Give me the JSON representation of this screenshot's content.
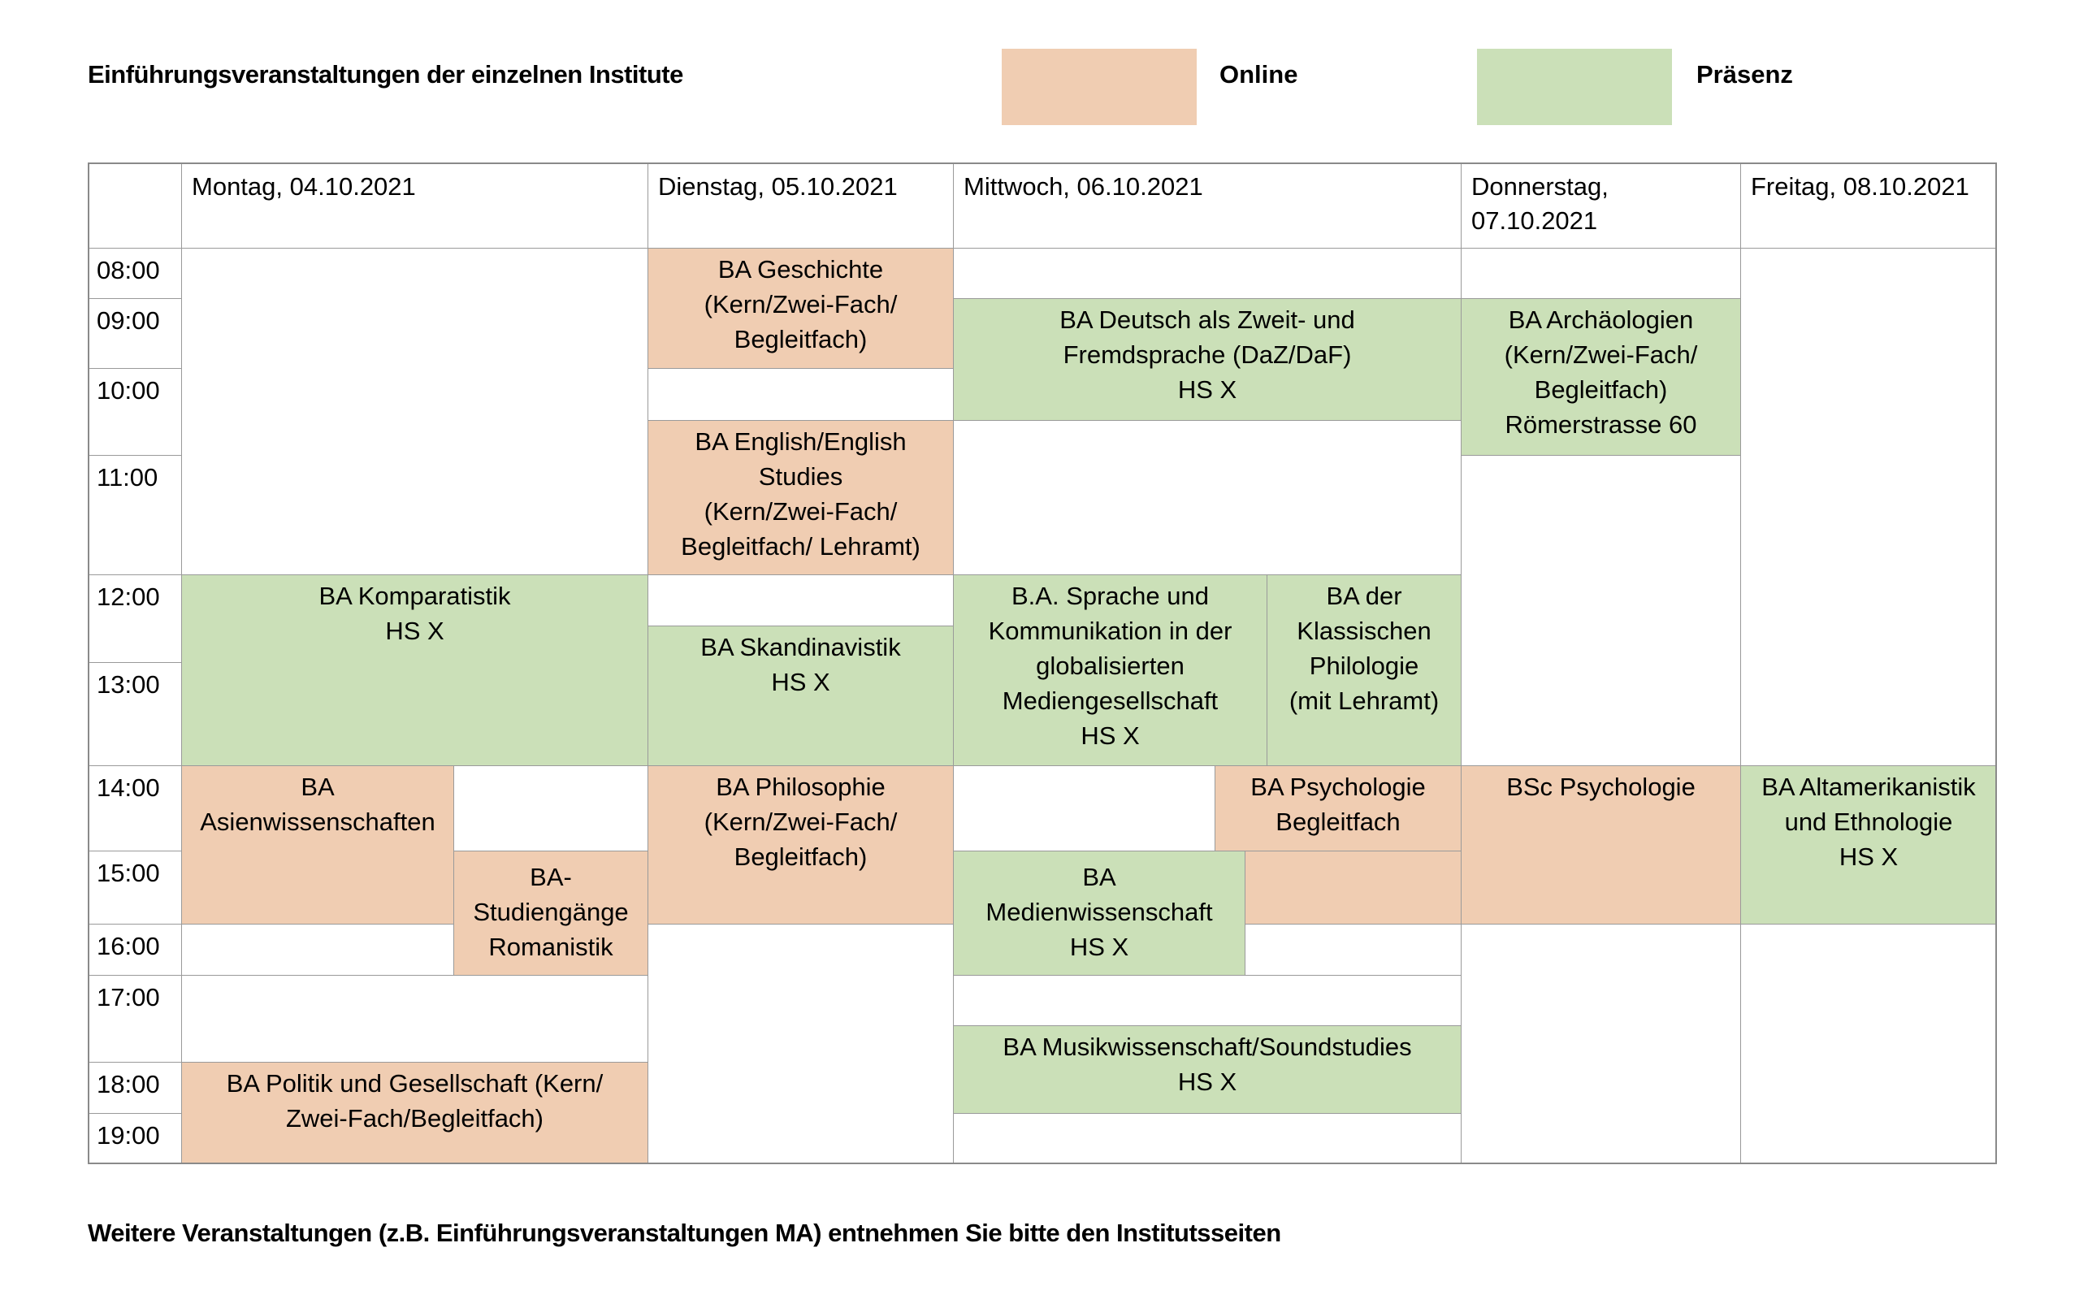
{
  "title": "Einführungsveranstaltungen der einzelnen Institute",
  "legend": {
    "online": {
      "label": "Online",
      "color": "#F0CDB2"
    },
    "praesenz": {
      "label": "Präsenz",
      "color": "#CBE0B8"
    }
  },
  "days": [
    "Montag, 04.10.2021",
    "Dienstag, 05.10.2021",
    "Mittwoch, 06.10.2021",
    "Donnerstag,\n07.10.2021",
    "Freitag, 08.10.2021"
  ],
  "times": [
    "08:00",
    "09:00",
    "10:00",
    "11:00",
    "12:00",
    "13:00",
    "14:00",
    "15:00",
    "16:00",
    "17:00",
    "18:00",
    "19:00"
  ],
  "events": {
    "geschichte": {
      "day": "Dienstag",
      "mode": "Online",
      "text": "BA Geschichte\n(Kern/Zwei-Fach/\nBegleitfach)"
    },
    "english": {
      "day": "Dienstag",
      "mode": "Online",
      "text": "BA English/English\nStudies\n(Kern/Zwei-Fach/\nBegleitfach/ Lehramt)"
    },
    "skandinavistik": {
      "day": "Dienstag",
      "mode": "Präsenz",
      "text": "BA Skandinavistik\nHS X"
    },
    "philosophie": {
      "day": "Dienstag",
      "mode": "Online",
      "text": "BA Philosophie\n(Kern/Zwei-Fach/\nBegleitfach)"
    },
    "komparatistik": {
      "day": "Montag",
      "mode": "Präsenz",
      "text": "BA Komparatistik\nHS X"
    },
    "asien": {
      "day": "Montag",
      "mode": "Online",
      "text": "BA\nAsienwissenschaften"
    },
    "romanistik": {
      "day": "Montag",
      "mode": "Online",
      "text": "BA-\nStudiengänge\nRomanistik"
    },
    "politik": {
      "day": "Montag",
      "mode": "Online",
      "text": "BA Politik und Gesellschaft (Kern/\nZwei-Fach/Begleitfach)"
    },
    "daz": {
      "day": "Mittwoch",
      "mode": "Präsenz",
      "text": "BA Deutsch als Zweit- und\nFremdsprache (DaZ/DaF)\nHS X"
    },
    "sprache": {
      "day": "Mittwoch",
      "mode": "Präsenz",
      "text": "B.A. Sprache und\nKommunikation in der\nglobalisierten\nMediengesellschaft\nHS X"
    },
    "klassisch": {
      "day": "Mittwoch",
      "mode": "Präsenz",
      "text": "BA der\nKlassischen\nPhilologie\n(mit Lehramt)"
    },
    "psych_begleit": {
      "day": "Mittwoch",
      "mode": "Online",
      "text": "BA Psychologie\nBegleitfach"
    },
    "medienwiss": {
      "day": "Mittwoch",
      "mode": "Präsenz",
      "text": "BA\nMedienwissenschaft\nHS X"
    },
    "musik": {
      "day": "Mittwoch",
      "mode": "Präsenz",
      "text": "BA Musikwissenschaft/Soundstudies\nHS X"
    },
    "archaeologien": {
      "day": "Donnerstag",
      "mode": "Präsenz",
      "text": "BA Archäologien\n(Kern/Zwei-Fach/\nBegleitfach)\nRömerstrasse 60"
    },
    "bsc_psych": {
      "day": "Donnerstag",
      "mode": "Online",
      "text": "BSc Psychologie"
    },
    "altamerikanistik": {
      "day": "Freitag",
      "mode": "Präsenz",
      "text": "BA Altamerikanistik\nund Ethnologie\nHS X"
    }
  },
  "footer": "Weitere Veranstaltungen (z.B. Einführungsveranstaltungen MA) entnehmen Sie bitte den Institutsseiten"
}
